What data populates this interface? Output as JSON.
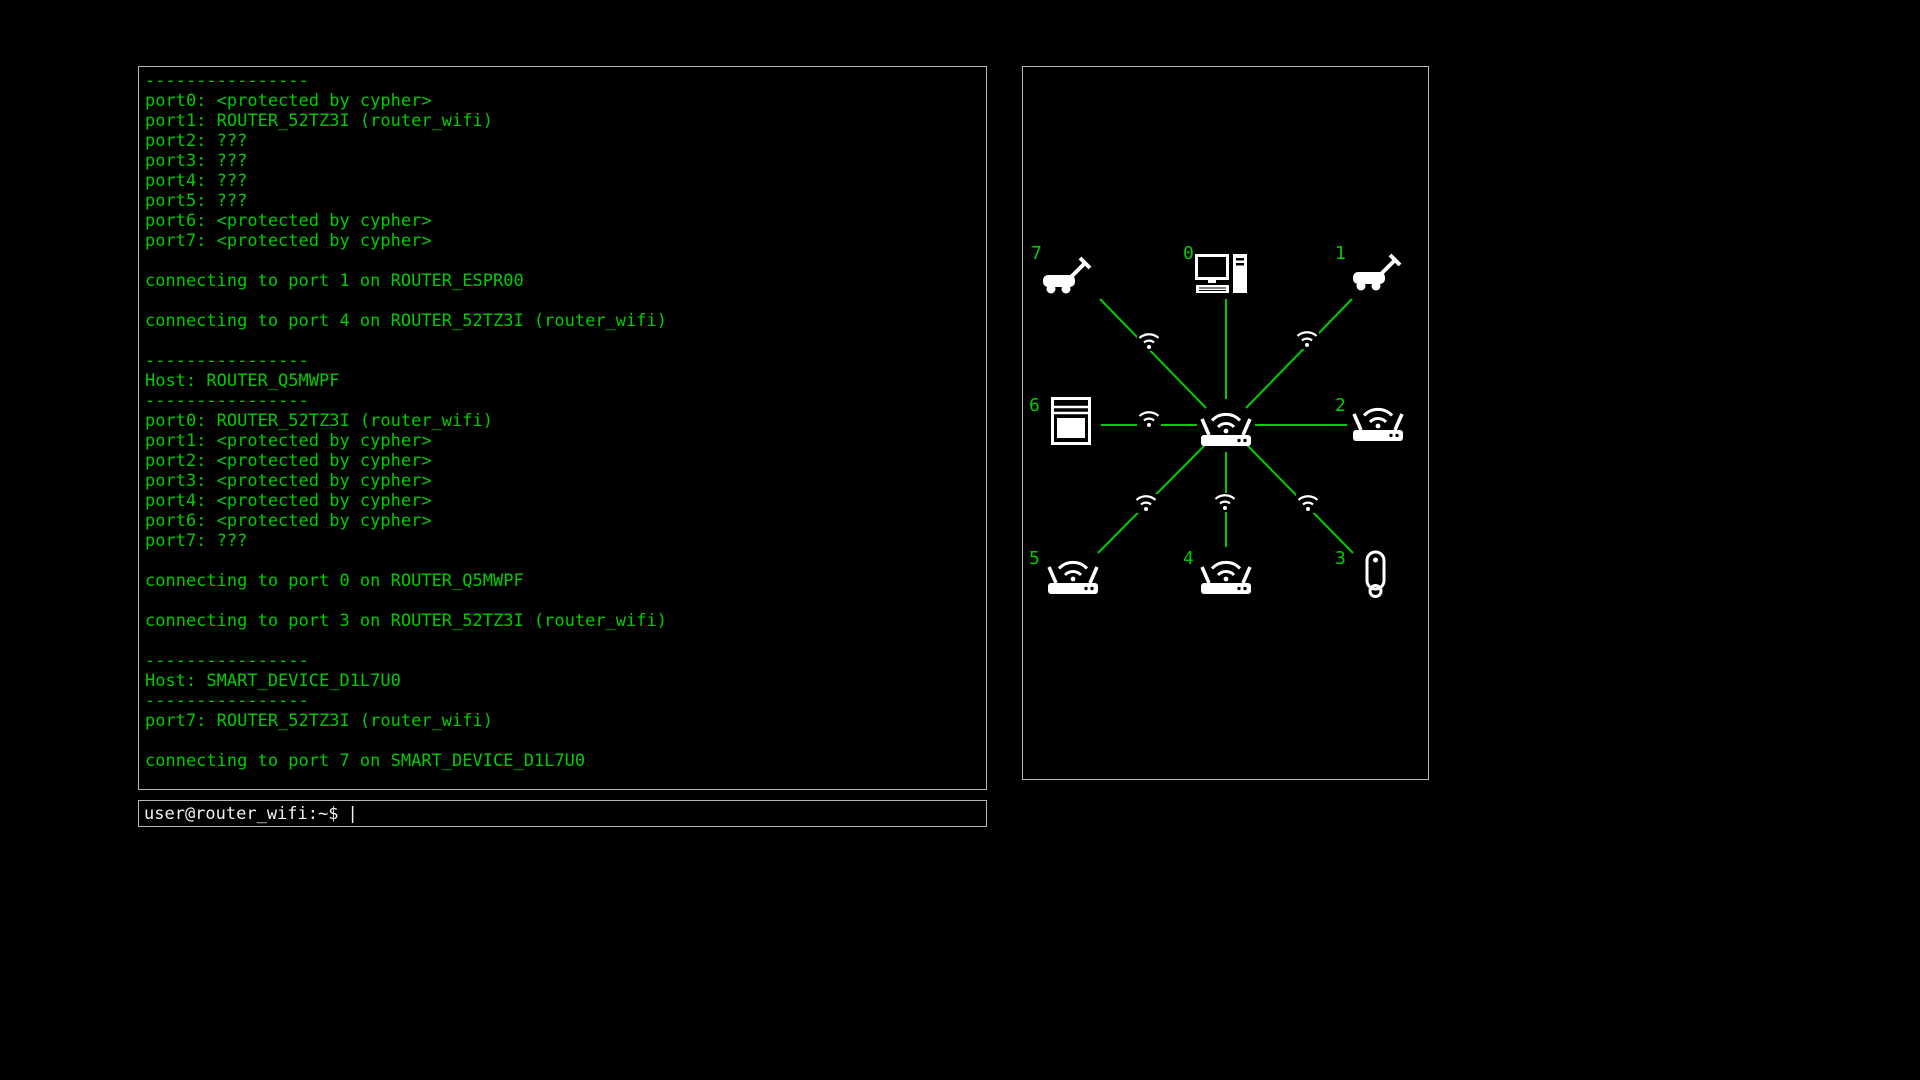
{
  "colors": {
    "background": "#000000",
    "terminal_green": "#00cc00",
    "icon_white": "#ffffff",
    "panel_border": "#b8b8b8"
  },
  "terminal": {
    "lines": [
      "----------------",
      "port0: <protected by cypher>",
      "port1: ROUTER_52TZ3I (router_wifi)",
      "port2: ???",
      "port3: ???",
      "port4: ???",
      "port5: ???",
      "port6: <protected by cypher>",
      "port7: <protected by cypher>",
      "",
      "connecting to port 1 on ROUTER_ESPR00",
      "",
      "connecting to port 4 on ROUTER_52TZ3I (router_wifi)",
      "",
      "----------------",
      "Host: ROUTER_Q5MWPF",
      "----------------",
      "port0: ROUTER_52TZ3I (router_wifi)",
      "port1: <protected by cypher>",
      "port2: <protected by cypher>",
      "port3: <protected by cypher>",
      "port4: <protected by cypher>",
      "port6: <protected by cypher>",
      "port7: ???",
      "",
      "connecting to port 0 on ROUTER_Q5MWPF",
      "",
      "connecting to port 3 on ROUTER_52TZ3I (router_wifi)",
      "",
      "----------------",
      "Host: SMART_DEVICE_D1L7U0",
      "----------------",
      "port7: ROUTER_52TZ3I (router_wifi)",
      "",
      "connecting to port 7 on SMART_DEVICE_D1L7U0"
    ]
  },
  "prompt": {
    "text": "user@router_wifi:~$",
    "cursor": "|"
  },
  "diagram": {
    "hub": {
      "type": "wifi-router"
    },
    "devices": [
      {
        "port": "0",
        "type": "desktop-computer"
      },
      {
        "port": "1",
        "type": "vacuum"
      },
      {
        "port": "2",
        "type": "wifi-router"
      },
      {
        "port": "3",
        "type": "smart-device"
      },
      {
        "port": "4",
        "type": "wifi-router"
      },
      {
        "port": "5",
        "type": "wifi-router"
      },
      {
        "port": "6",
        "type": "appliance"
      },
      {
        "port": "7",
        "type": "vacuum"
      }
    ]
  }
}
